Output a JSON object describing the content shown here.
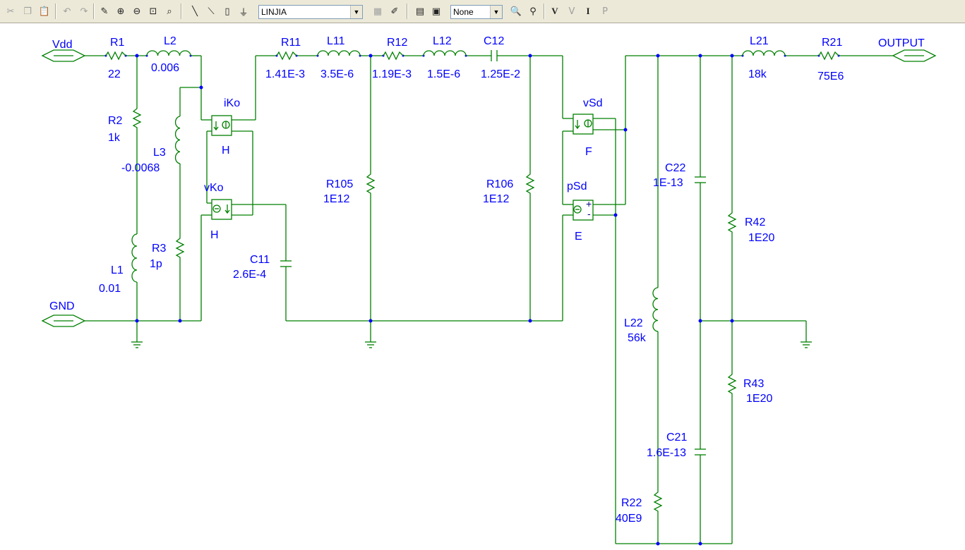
{
  "toolbar": {
    "part_search": "LINJIA",
    "filter": "None",
    "icons": [
      "cut-icon",
      "copy-icon",
      "paste-icon",
      "undo-icon",
      "redo-icon",
      "pencil-icon",
      "zoom-in-icon",
      "zoom-out-icon",
      "zoom-area-icon",
      "zoom-fit-icon",
      "wire-icon",
      "bus-icon",
      "place-part-icon",
      "power-icon",
      "net-alias-icon",
      "edit-part-icon",
      "window-icon",
      "highlight-icon",
      "find-icon",
      "probe-icon",
      "voltage-marker-icon",
      "current-marker-icon",
      "power-marker-icon"
    ],
    "voltage_marker": "V",
    "current_marker": "I"
  },
  "ports": {
    "vdd": "Vdd",
    "gnd": "GND",
    "output": "OUTPUT"
  },
  "components": {
    "r1": {
      "name": "R1",
      "value": "22"
    },
    "l2": {
      "name": "L2",
      "value": "0.006"
    },
    "r2": {
      "name": "R2",
      "value": "1k"
    },
    "l3": {
      "name": "L3",
      "value": "-0.0068"
    },
    "r3": {
      "name": "R3",
      "value": "1p"
    },
    "l1": {
      "name": "L1",
      "value": "0.01"
    },
    "iko": {
      "name": "iKo",
      "type": "H"
    },
    "vko": {
      "name": "vKo",
      "type": "H"
    },
    "r11": {
      "name": "R11",
      "value": "1.41E-3"
    },
    "l11": {
      "name": "L11",
      "value": "3.5E-6"
    },
    "r12": {
      "name": "R12",
      "value": "1.19E-3"
    },
    "l12": {
      "name": "L12",
      "value": "1.5E-6"
    },
    "c12": {
      "name": "C12",
      "value": "1.25E-2"
    },
    "r105": {
      "name": "R105",
      "value": "1E12"
    },
    "r106": {
      "name": "R106",
      "value": "1E12"
    },
    "c11": {
      "name": "C11",
      "value": "2.6E-4"
    },
    "vsd": {
      "name": "vSd",
      "type": "F"
    },
    "psd": {
      "name": "pSd",
      "type": "E"
    },
    "psd_plus": "+",
    "psd_minus": "-",
    "c22": {
      "name": "C22",
      "value": "1E-13"
    },
    "l22": {
      "name": "L22",
      "value": "56k"
    },
    "c21": {
      "name": "C21",
      "value": "1.6E-13"
    },
    "r22": {
      "name": "R22",
      "value": "40E9"
    },
    "l21": {
      "name": "L21",
      "value": "18k"
    },
    "r21": {
      "name": "R21",
      "value": "75E6"
    },
    "r42": {
      "name": "R42",
      "value": "1E20"
    },
    "r43": {
      "name": "R43",
      "value": "1E20"
    }
  }
}
